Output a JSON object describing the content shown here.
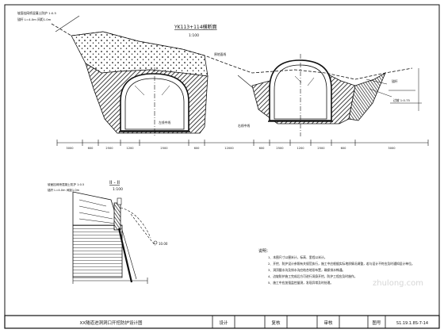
{
  "drawing": {
    "section_title": "YK113+114横断面",
    "section_scale": "1:100",
    "detail_title": "II - II",
    "detail_scale": "1:100",
    "left_slope_note": "坡面挂网喷混凝土防护 1:0.5",
    "left_slope_note2": "锚杆 L=4.0m 间距1.0m",
    "detail_note": "坡面挂网喷混凝土防护 1:0.5",
    "detail_note2": "锚杆 L=4.0m 间距1.0m",
    "right_slope_label": "锚杆",
    "right_slope_label2": "边坡 1:0.75",
    "centerline_left": "左线中线",
    "centerline_right": "右线中线",
    "ground_label": "原地面线",
    "detail_marker": "II",
    "elevation_label": "10.00"
  },
  "dimensions": [
    "3000",
    "600",
    "2500",
    "1200",
    "2500",
    "600",
    "12000",
    "600",
    "2500",
    "1200",
    "2500",
    "600",
    "3000"
  ],
  "notes": {
    "header": "说明：",
    "lines": [
      "1、本图尺寸以厘米计，标高、里程以米计。",
      "2、开挖、防护设计参照有关规范执行，施工中应根据实际地质情况调整，若与设计不符应及时通知设计单位。",
      "3、洞顶截水沟及排水沟应结合地形布置，确保排水畅通。",
      "4、边坡防护施工完成后方可进行洞身开挖，防护工程应及时施作。",
      "5、施工中应加强监控量测，发现异常及时处理。"
    ]
  },
  "title_block": {
    "title": "XX隧道进洞洞口开挖防护设计图",
    "designer_label": "设计",
    "reviewer_label": "复核",
    "checker_label": "审核",
    "drawing_no_label": "图号",
    "drawing_no": "S1.19.1.8S-7-14"
  },
  "watermark": {
    "brand": "zhulong.com"
  }
}
